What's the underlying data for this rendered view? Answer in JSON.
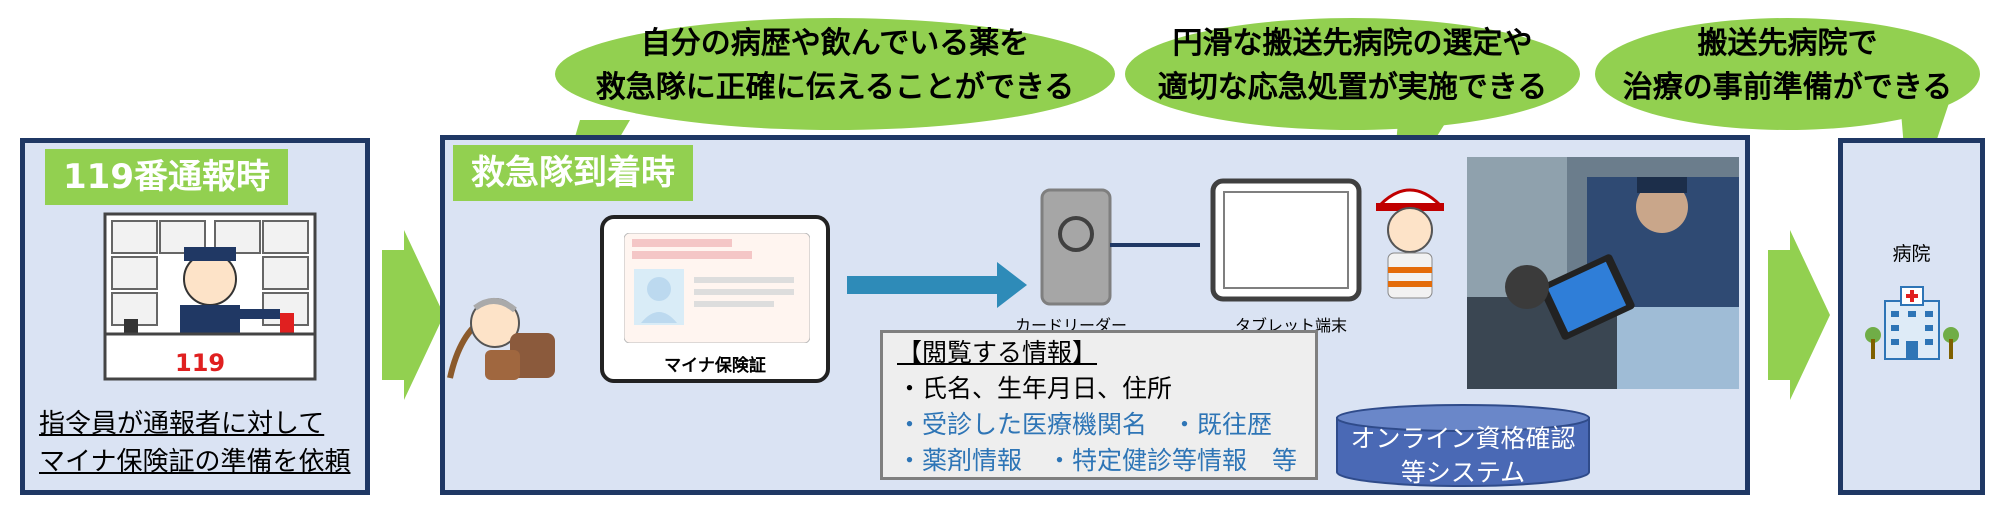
{
  "bubbles": {
    "patient": {
      "line1": "自分の病歴や飲んでいる薬を",
      "line2": "救急隊に正確に伝えることができる"
    },
    "ambulance": {
      "line1": "円滑な搬送先病院の選定や",
      "line2": "適切な応急処置が実施できる"
    },
    "hospital": {
      "line1": "搬送先病院で",
      "line2": "治療の事前準備ができる"
    }
  },
  "panels": {
    "call": {
      "label": "119番通報時",
      "desk_sign": "119",
      "footer_line1": "指令員が通報者に対して",
      "footer_line2": "マイナ保険証の準備を依頼"
    },
    "arrival": {
      "label": "救急隊到着時",
      "card_label": "マイナ保険証",
      "card_reader_label": "カードリーダー",
      "tablet_label": "タブレット端末"
    },
    "hospital": {
      "label": "病院"
    }
  },
  "info": {
    "title": "【閲覧する情報】",
    "line1": "・氏名、生年月日、住所",
    "line2": "・受診した医療機関名　・既往歴",
    "line3": "・薬剤情報　・特定健診等情報　等"
  },
  "system": {
    "line1": "オンライン資格確認",
    "line2": "等システム"
  },
  "colors": {
    "green": "#92d050",
    "navy": "#1f3864",
    "panel_fill": "#dae3f3",
    "arrow_teal": "#2e8bb8",
    "cylinder": "#4a69b5"
  }
}
